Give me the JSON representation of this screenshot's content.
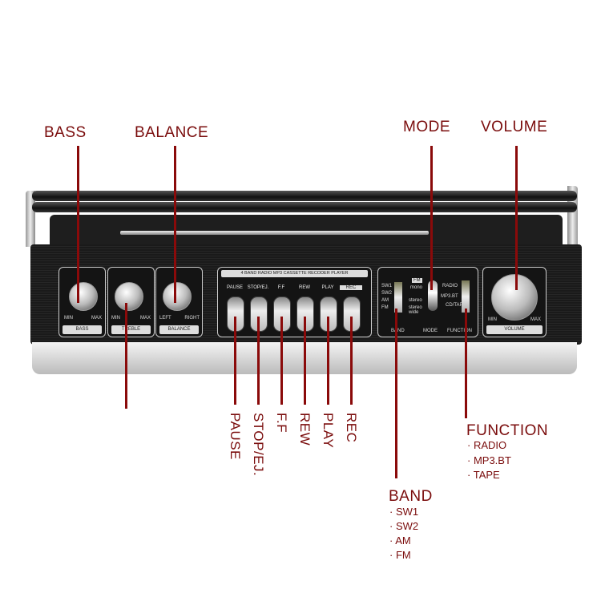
{
  "callouts": {
    "bass": "BASS",
    "balance": "BALANCE",
    "mode": "MODE",
    "volume": "VOLUME",
    "function": {
      "label": "FUNCTION",
      "items": [
        "RADIO",
        "MP3.BT",
        "TAPE"
      ]
    },
    "band": {
      "label": "BAND",
      "items": [
        "SW1",
        "SW2",
        "AM",
        "FM"
      ]
    },
    "buttons": [
      "PAUSE",
      "STOP/EJ.",
      "F.F",
      "REW",
      "PLAY",
      "REC"
    ]
  },
  "device": {
    "panel_title": "4 BAND RADIO MP3 CASSETTE RECODER PLAYER",
    "bass_panel": {
      "label": "BASS",
      "min": "MIN",
      "max": "MAX"
    },
    "treble_panel": {
      "label": "TREBLE",
      "min": "MIN",
      "max": "MAX"
    },
    "balance_panel": {
      "label": "BALANCE",
      "min": "LEFT",
      "max": "RIGHT"
    },
    "button_labels": [
      "PAUSE",
      "STOP/EJ.",
      "F.F",
      "REW",
      "PLAY",
      "REC"
    ],
    "band_options": [
      "SW1",
      "SW2",
      "AM",
      "FM"
    ],
    "mode_options": [
      "FM",
      "mono",
      "stereo",
      "stereo wide"
    ],
    "function_options": [
      "RADIO",
      "MP3.BT",
      "CD/TAPE"
    ],
    "mode_panel_labels": [
      "BAND",
      "MODE",
      "FUNCTION"
    ],
    "volume_panel": {
      "label": "VOLUME",
      "min": "MIN",
      "max": "MAX"
    }
  }
}
